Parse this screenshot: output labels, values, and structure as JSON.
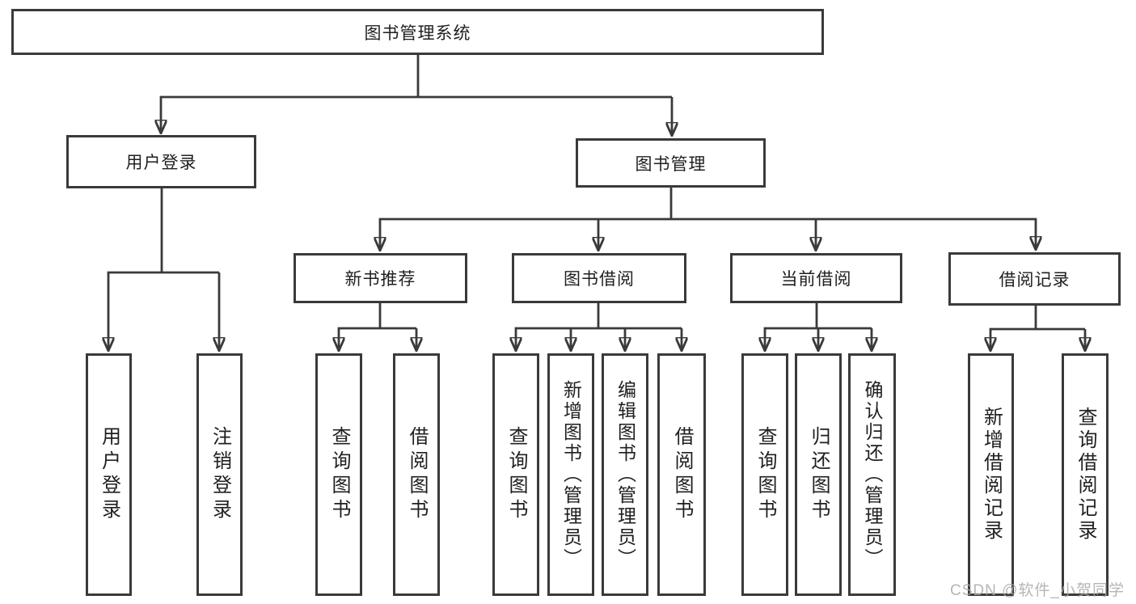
{
  "nodes": {
    "root": "图书管理系统",
    "userLogin": {
      "label": "用户登录",
      "children": [
        "用户登录",
        "注销登录"
      ]
    },
    "bookMgmt": {
      "label": "图书管理"
    },
    "newBook": {
      "label": "新书推荐",
      "children": [
        "查询图书",
        "借阅图书"
      ]
    },
    "bookBorrow": {
      "label": "图书借阅",
      "children": [
        "查询图书",
        "新增图书（管理员）",
        "编辑图书（管理员）",
        "借阅图书"
      ]
    },
    "currentBorrow": {
      "label": "当前借阅",
      "children": [
        "查询图书",
        "归还图书",
        "确认归还（管理员）"
      ]
    },
    "borrowRecord": {
      "label": "借阅记录",
      "children": [
        "新增借阅记录",
        "查询借阅记录"
      ]
    }
  },
  "watermark": {
    "text": "CSDN @软件_小贺同学"
  },
  "colors": {
    "line": "#3a3a3a",
    "text": "#1f1f1f",
    "box_fill": "#ffffff",
    "watermark": "#a9a9a9"
  }
}
